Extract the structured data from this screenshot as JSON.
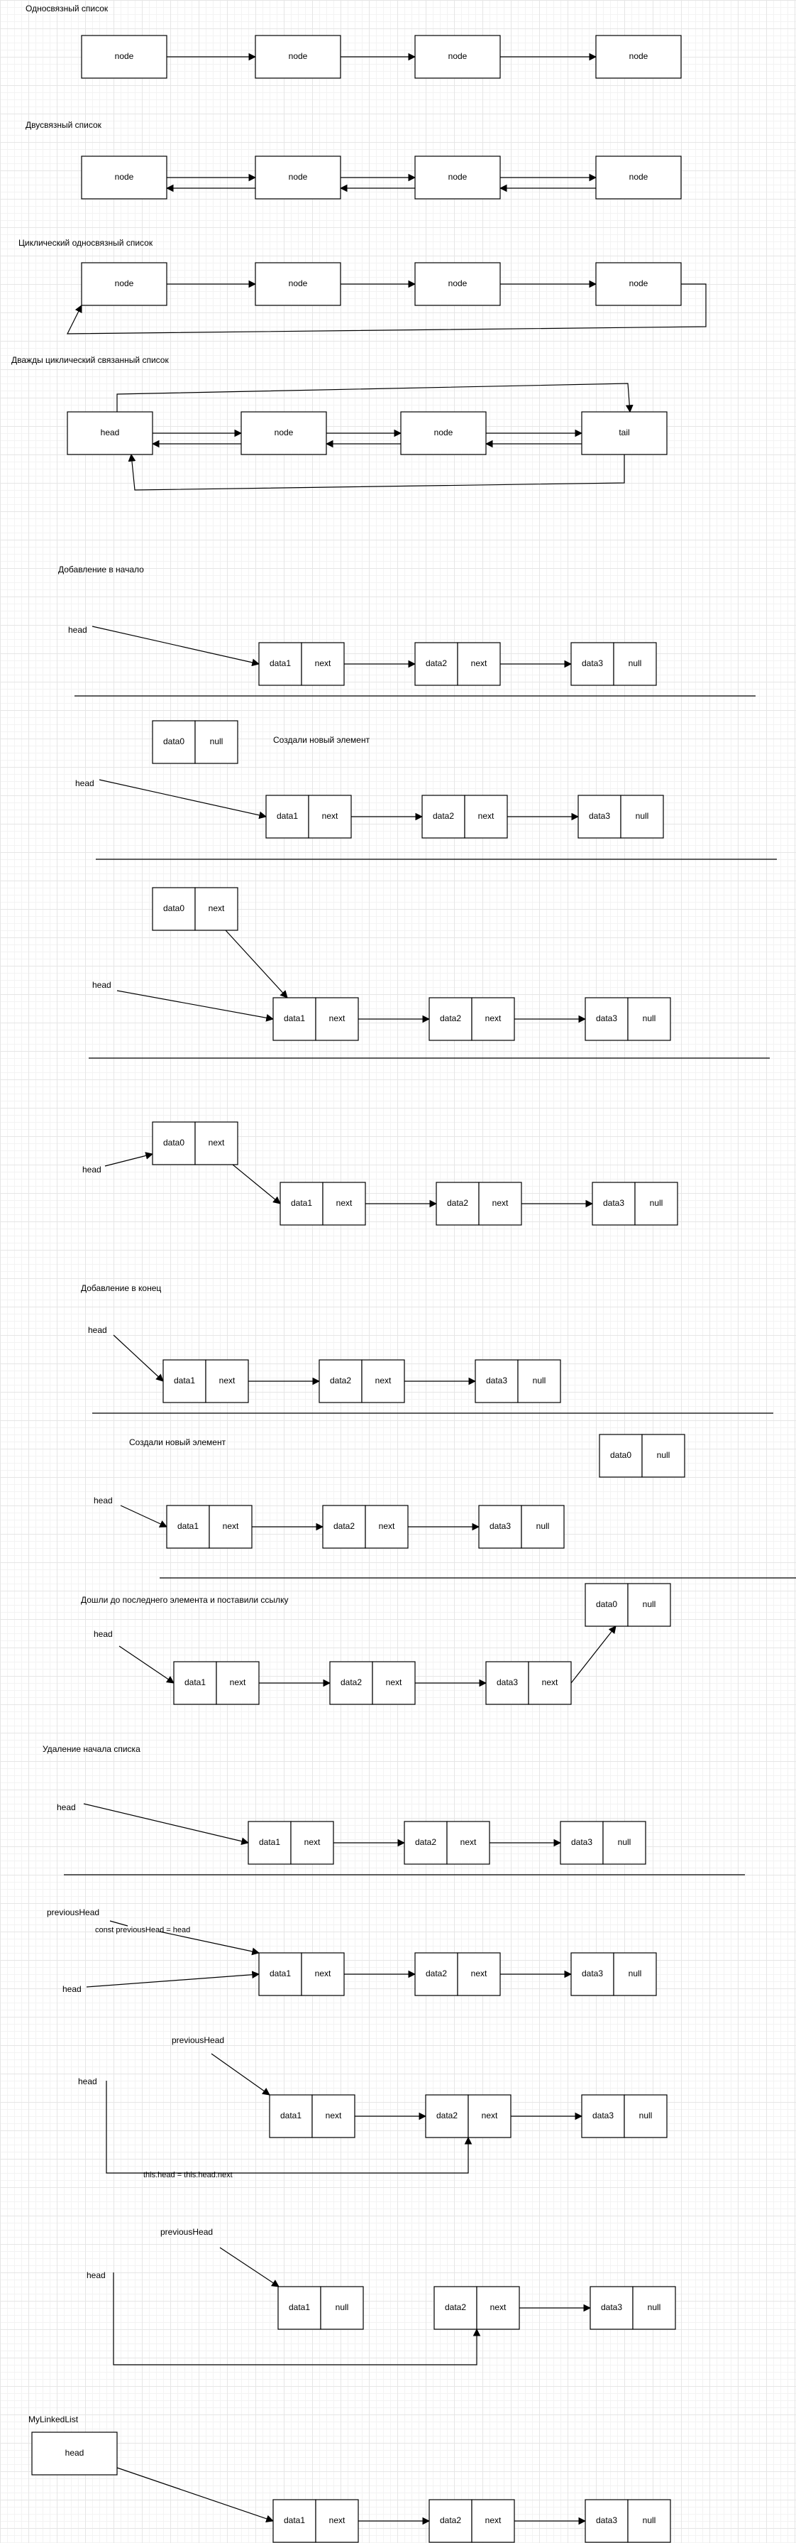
{
  "sections": {
    "singly": "Односвязный список",
    "doubly": "Двусвязный список",
    "circular_singly": "Циклический односвязный список",
    "circular_doubly": "Дважды циклический связанный список",
    "add_first": "Добавление в начало",
    "add_last": "Добавление в конец",
    "remove_first": "Удаление начала списка"
  },
  "labels": {
    "node": "node",
    "head": "head",
    "tail": "tail",
    "next": "next",
    "null": "null",
    "data0": "data0",
    "data1": "data1",
    "data2": "data2",
    "data3": "data3",
    "created_new": "Создали новый элемент",
    "created_new2": "Создали новый элемент",
    "reach_last": "Дошли до последнего элемента и поставили ссылку",
    "previous_head": "previousHead",
    "const_prev": "const previousHead = head",
    "this_head_next": "this.head = this.head.next",
    "my_linked_list": "MyLinkedList"
  }
}
